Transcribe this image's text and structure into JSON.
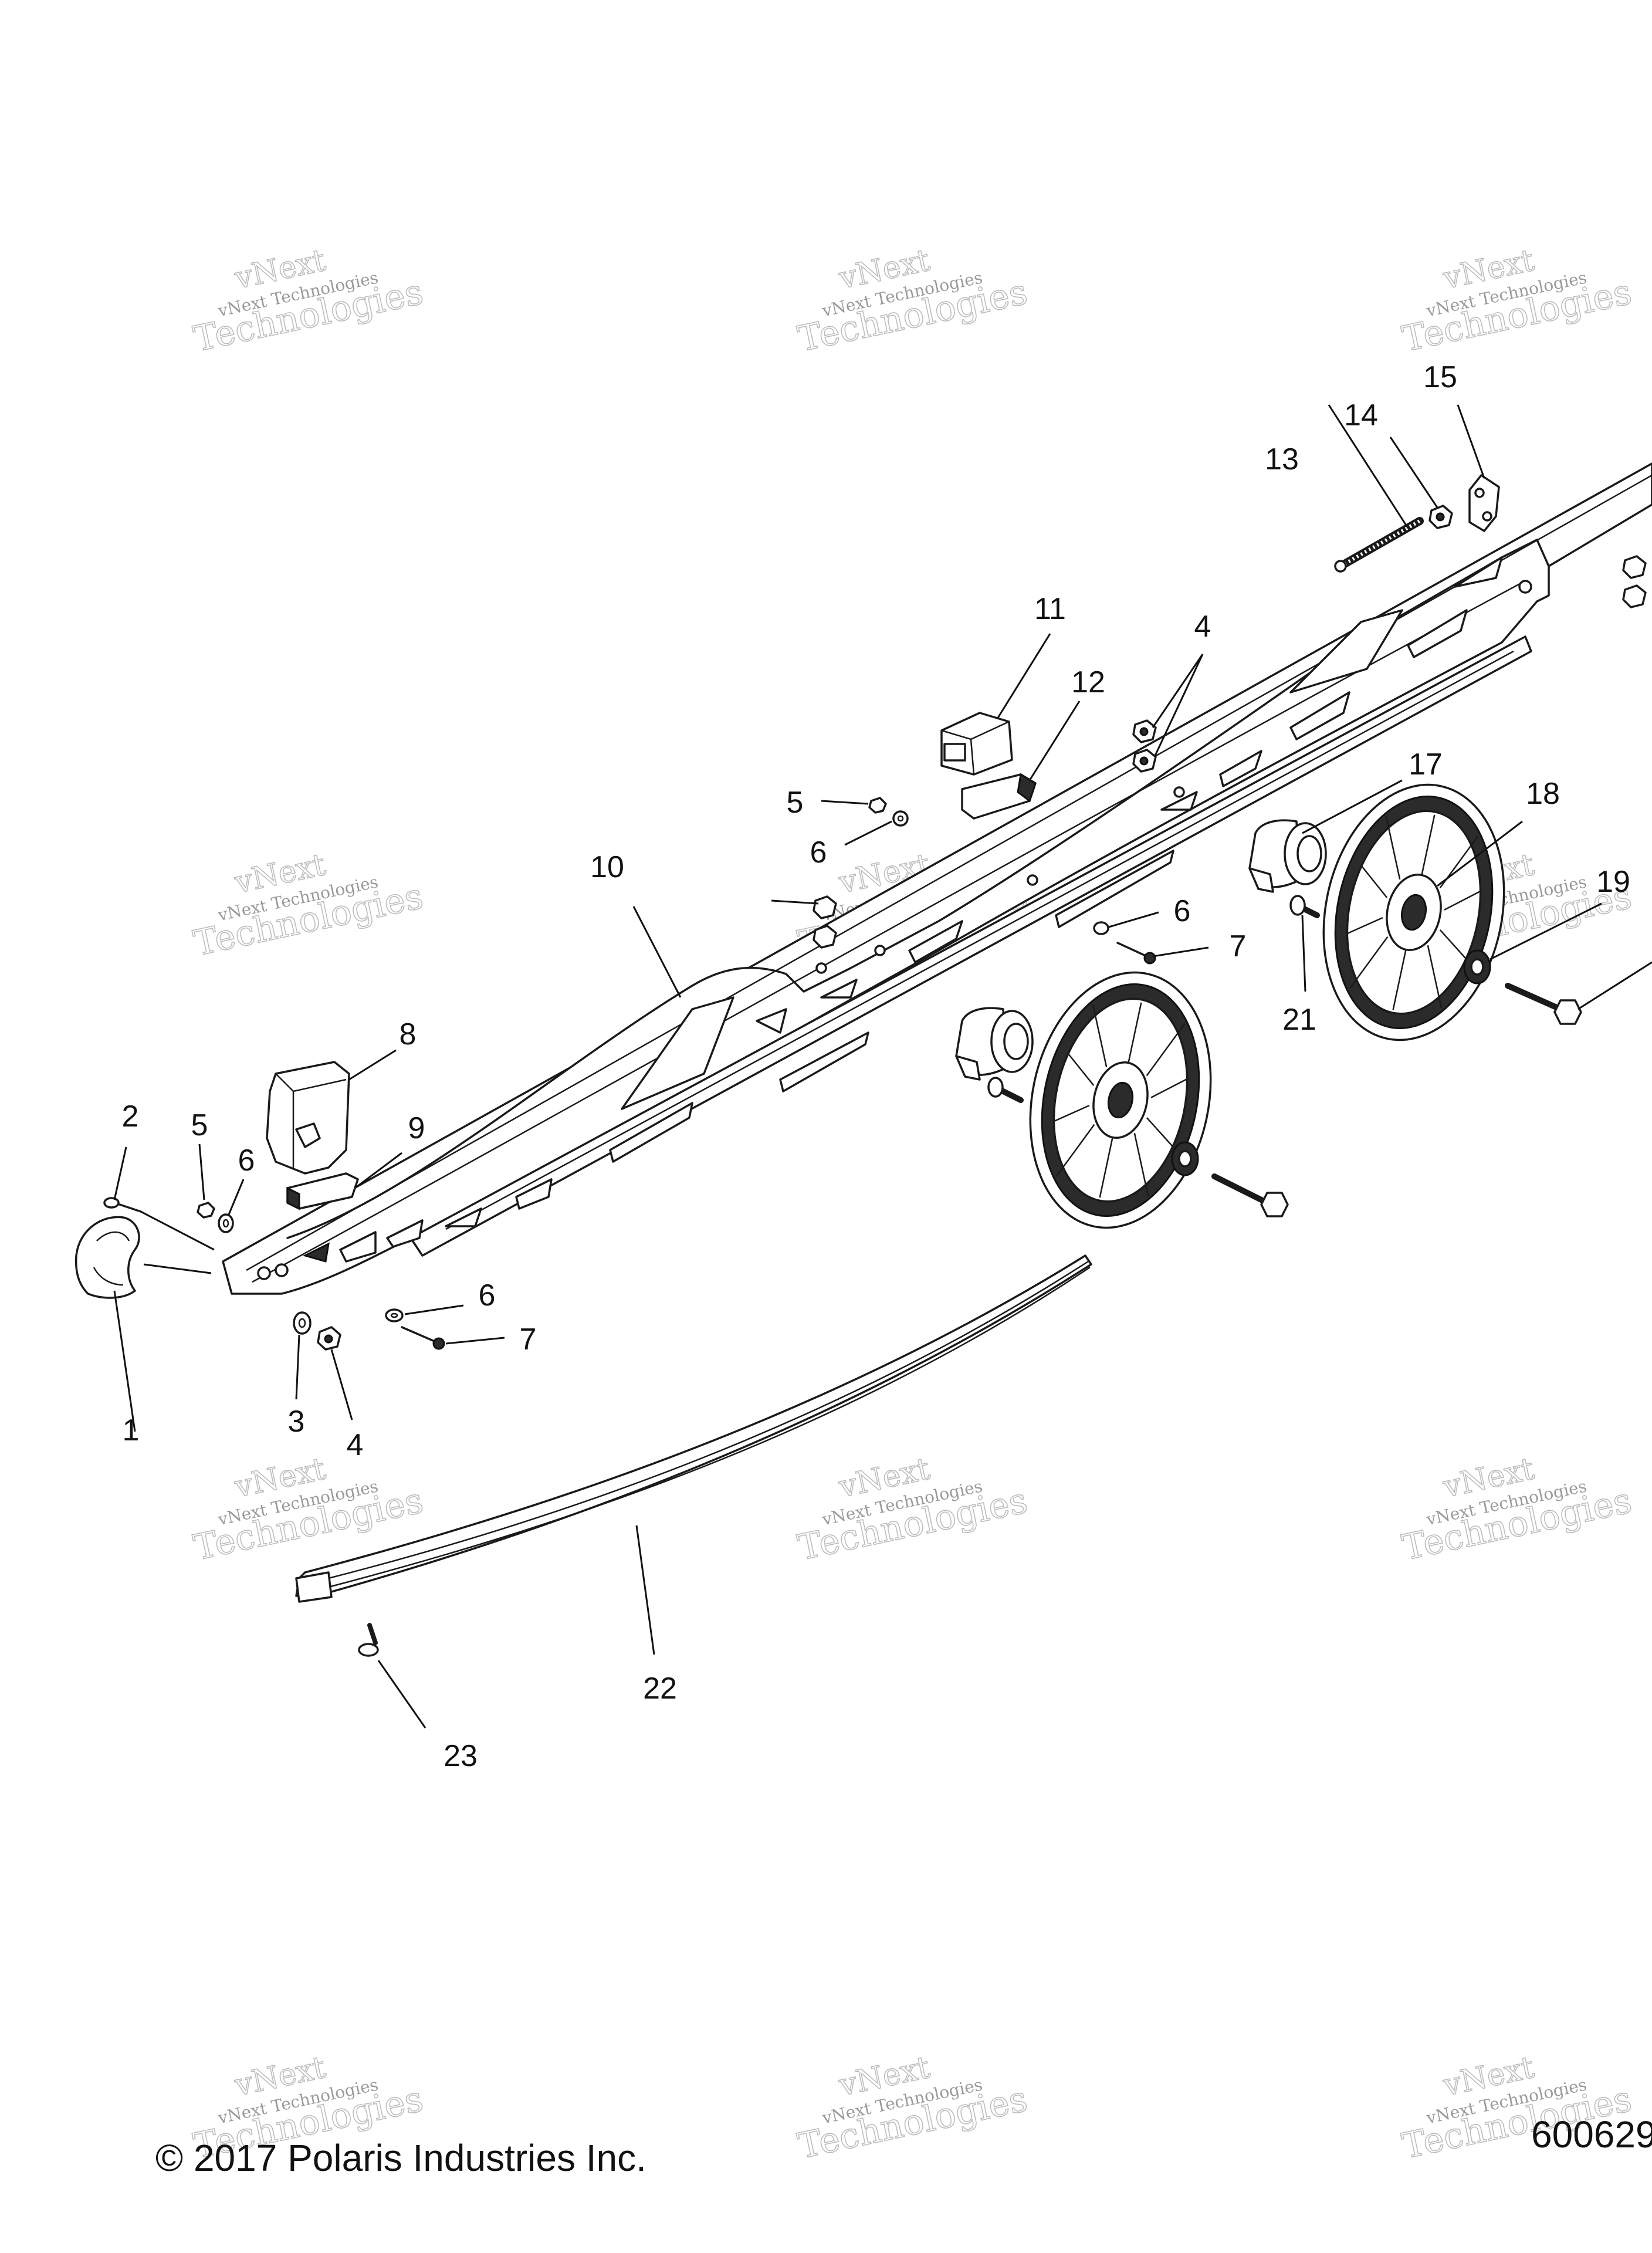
{
  "watermark": {
    "line1": "vNext",
    "line2": "vNext Technologies",
    "line3": "Technologies"
  },
  "callouts": {
    "c1": "1",
    "c2": "2",
    "c3": "3",
    "c4a": "4",
    "c4b": "4",
    "c5a": "5",
    "c5b": "5",
    "c6a": "6",
    "c6b": "6",
    "c6c": "6",
    "c6d": "6",
    "c7a": "7",
    "c7b": "7",
    "c8": "8",
    "c9": "9",
    "c10": "10",
    "c11": "11",
    "c12": "12",
    "c13": "13",
    "c14": "14",
    "c15": "15",
    "c17": "17",
    "c18": "18",
    "c19": "19",
    "c21": "21",
    "c22": "22",
    "c23": "23"
  },
  "footer": {
    "copyright": "© 2017 Polaris Industries Inc.",
    "figure_number": "600629"
  }
}
